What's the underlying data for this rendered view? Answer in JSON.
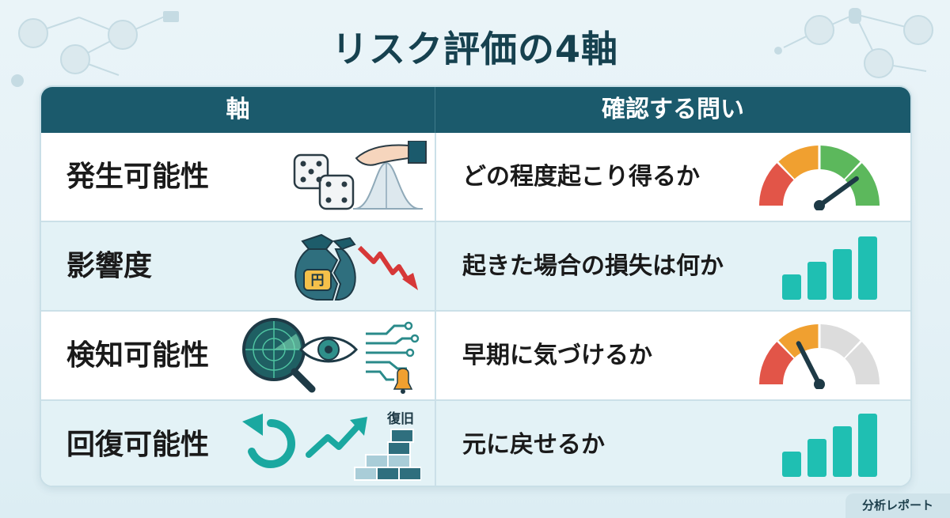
{
  "title": "リスク評価の4軸",
  "table": {
    "headers": [
      "軸",
      "確認する問い"
    ],
    "rows": [
      {
        "axis": "発生可能性",
        "question": "どの程度起こり得るか",
        "axis_icon": "dice-hand-bell-curve-icon",
        "question_icon": "gauge-icon",
        "gauge_level": 0.8
      },
      {
        "axis": "影響度",
        "question": "起きた場合の損失は何か",
        "axis_icon": "money-bag-loss-icon",
        "question_icon": "bar-chart-icon",
        "bars": [
          2,
          3,
          4,
          5
        ]
      },
      {
        "axis": "検知可能性",
        "question": "早期に気づけるか",
        "axis_icon": "radar-eye-alert-icon",
        "question_icon": "gauge-icon",
        "gauge_level": 0.35
      },
      {
        "axis": "回復可能性",
        "question": "元に戻せるか",
        "axis_icon": "recovery-icon",
        "question_icon": "bar-chart-icon",
        "bars": [
          2,
          3,
          4,
          5
        ]
      }
    ],
    "recovery_label": "復旧",
    "yen_label": "円"
  },
  "footer": {
    "badge": "分析レポート"
  },
  "colors": {
    "header_bg": "#1b5a6c",
    "title": "#16414f",
    "teal": "#1fbfb2",
    "gauge_red": "#e25548",
    "gauge_orange": "#f0a030",
    "gauge_green": "#5cb85c",
    "gauge_gray": "#dcdcdc"
  }
}
